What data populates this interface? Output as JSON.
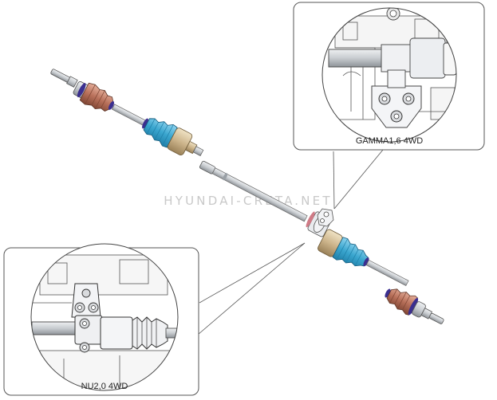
{
  "watermark": "HYUNDAI-CRETA.NET",
  "callouts": {
    "top_right": {
      "label": "GAMMA1,6 4WD"
    },
    "bottom_left": {
      "label": "NU2,0 4WD"
    }
  },
  "colors": {
    "boot_cyan": "#3aa6cf",
    "boot_cyan_dark": "#1f7fa8",
    "boot_copper": "#b8705a",
    "housing_gold": "#cdb58c",
    "shaft_grey": "#c8ccd0",
    "ring_purple": "#3b2f8f",
    "line": "#555555"
  }
}
